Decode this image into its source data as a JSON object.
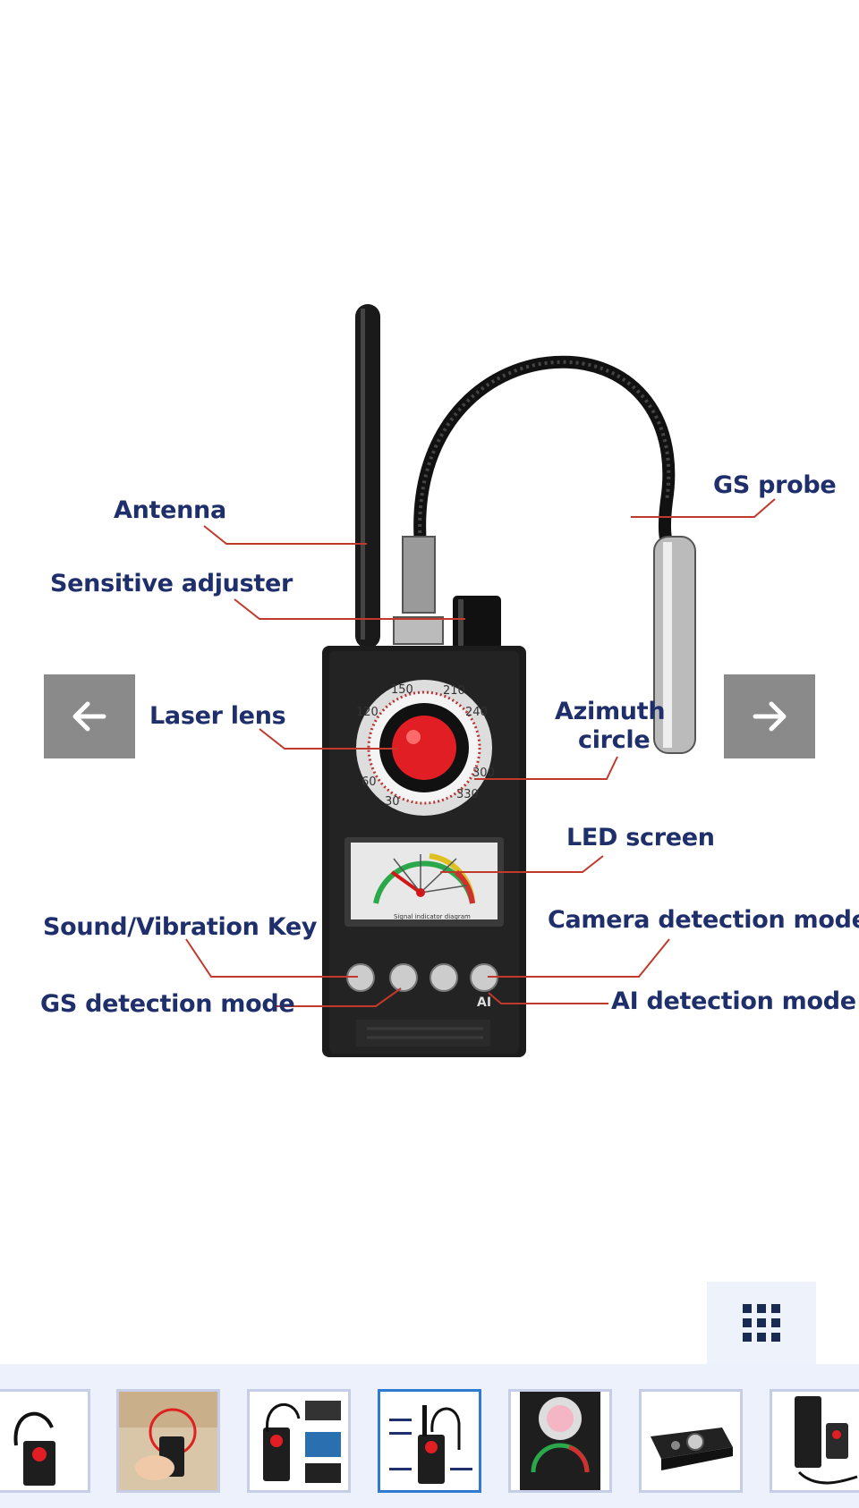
{
  "product_labels": {
    "antenna": "Antenna",
    "sensitive_adjuster": "Sensitive adjuster",
    "laser_lens": "Laser lens",
    "azimuth_line1": "Azimuth",
    "azimuth_line2": "circle",
    "gs_probe": "GS probe",
    "led_screen": "LED screen",
    "sound_key": "Sound/Vibration Key",
    "camera_mode": "Camera detection mode",
    "gs_mode": "GS detection mode",
    "ai_mode": "AI detection mode"
  },
  "dial_numbers": [
    "150",
    "210",
    "240",
    "120",
    "60",
    "30",
    "330",
    "300"
  ],
  "button_ai_label": "AI",
  "screen_caption": "Signal indicator diagram",
  "colors": {
    "label": "#1f2f6b",
    "leader_line": "#c0392b",
    "nav_button": "#8a8a8a",
    "thumb_selected": "#2e7bd0"
  },
  "icons": {
    "prev": "arrow-left-icon",
    "next": "arrow-right-icon",
    "grid": "grid-icon"
  },
  "thumbnails": [
    {
      "name": "thumb-1",
      "selected": false
    },
    {
      "name": "thumb-2",
      "selected": false
    },
    {
      "name": "thumb-3",
      "selected": false
    },
    {
      "name": "thumb-4",
      "selected": true
    },
    {
      "name": "thumb-5",
      "selected": false
    },
    {
      "name": "thumb-6",
      "selected": false
    },
    {
      "name": "thumb-7",
      "selected": false
    }
  ]
}
